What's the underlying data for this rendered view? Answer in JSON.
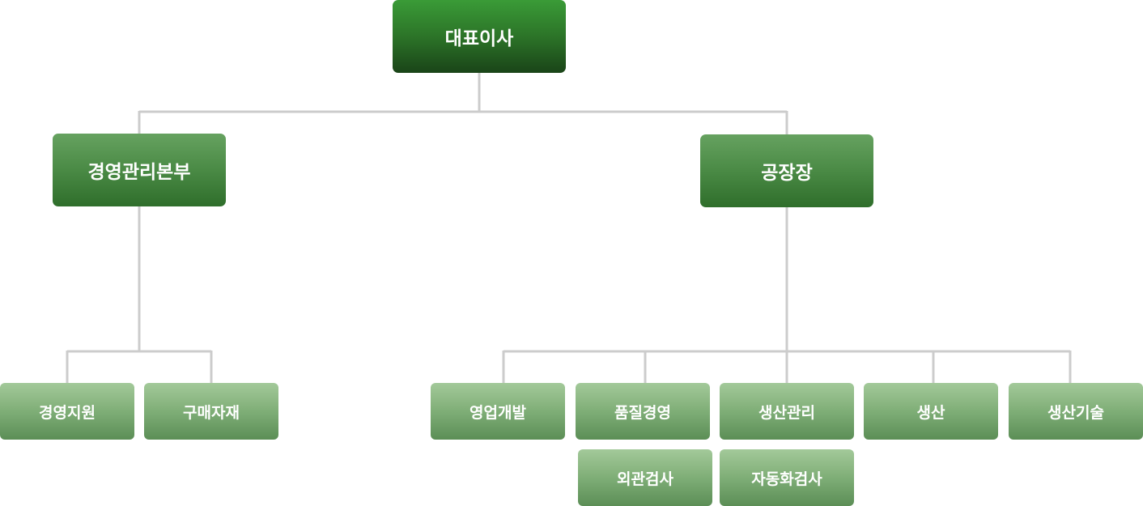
{
  "org_chart": {
    "ceo": "대표이사",
    "management_division": "경영관리본부",
    "factory_manager": "공장장",
    "management_teams": {
      "support": "경영지원",
      "purchasing": "구매자재"
    },
    "factory_teams": {
      "sales_development": "영업개발",
      "quality_management": "품질경영",
      "production_management": "생산관리",
      "production": "생산",
      "production_technology": "생산기술",
      "visual_inspection": "외관검사",
      "automated_inspection": "자동화검사"
    }
  },
  "colors": {
    "connector_line": "#cccccc",
    "top_level_green": "#2c7428",
    "second_level_green": "#4a8a45",
    "team_level_green": "#7fae77",
    "text": "#ffffff"
  }
}
